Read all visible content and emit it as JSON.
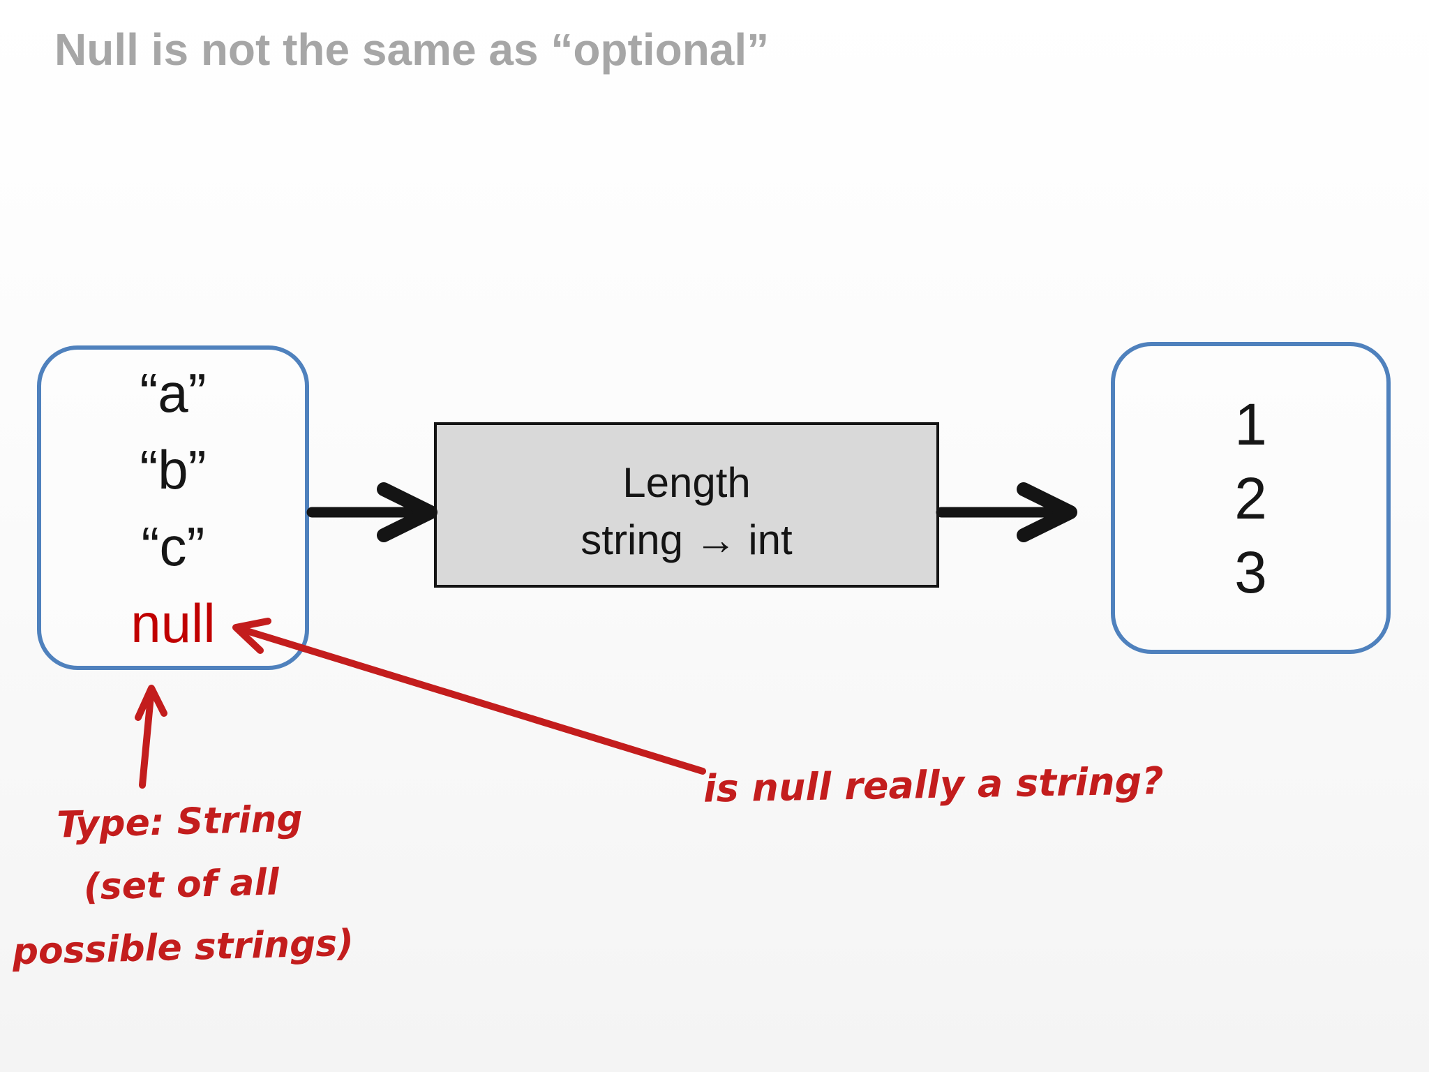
{
  "title": "Null is not the same as “optional”",
  "input_box": {
    "values": [
      "“a”",
      "“b”",
      "“c”"
    ],
    "special_value": "null"
  },
  "function_box": {
    "name": "Length",
    "signature": "string → int"
  },
  "output_box": {
    "values": [
      "1",
      "2",
      "3"
    ]
  },
  "annotations": {
    "type_note_lines": [
      "Type: String",
      "(set of all",
      "possible strings)"
    ],
    "question": "is null really a string?"
  },
  "colors": {
    "title_gray": "#a6a6a6",
    "set_box_border_blue": "#4f81bd",
    "function_box_fill": "#d9d9d9",
    "function_box_border": "#141414",
    "arrow_black": "#141414",
    "null_red": "#c00000",
    "ink_red": "#c31d1d"
  }
}
